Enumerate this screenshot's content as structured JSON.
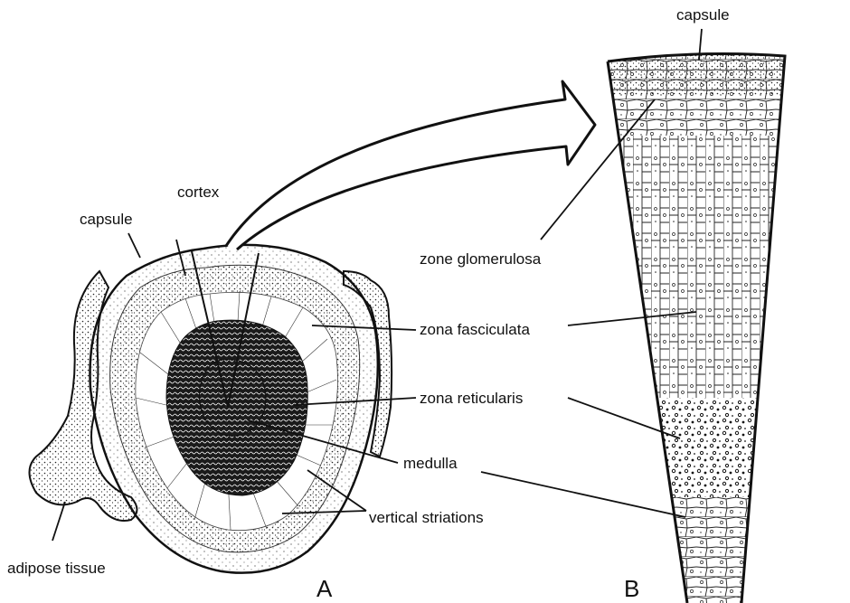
{
  "labels": {
    "capsule_a": "capsule",
    "cortex": "cortex",
    "zone_glomerulosa": "zone glomerulosa",
    "zona_fasciculata": "zona fasciculata",
    "zona_reticularis": "zona reticularis",
    "medulla": "medulla",
    "vertical_striations": "vertical striations",
    "adipose_tissue": "adipose tissue",
    "capsule_b": "capsule",
    "panel_a": "A",
    "panel_b": "B"
  },
  "colors": {
    "ink": "#111111",
    "paper": "#ffffff"
  }
}
